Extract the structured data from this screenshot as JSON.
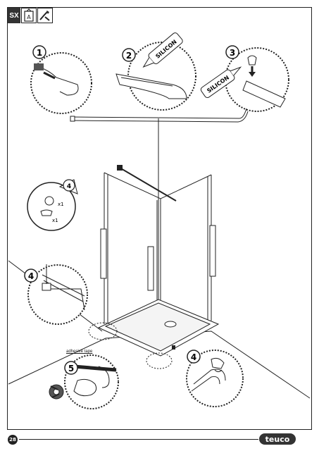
{
  "header": {
    "side_code": "SX",
    "tool_icons": [
      "silicone-tube-icon",
      "hand-tool-icon"
    ]
  },
  "steps": {
    "s1": "1",
    "s2": "2",
    "s3": "3",
    "s4": "4",
    "s4b": "4",
    "s4c": "4",
    "s5": "5"
  },
  "labels": {
    "silicon_a": "SILICON",
    "silicon_b": "SILICON",
    "adhesive_tape": "adhesive tape",
    "qty_a": "x1",
    "qty_b": "x1",
    "tool_letter": "A"
  },
  "footer": {
    "page_number": "28",
    "brand": "teuco"
  },
  "colors": {
    "ink": "#222222",
    "dark_fill": "#333333",
    "badge_text": "#ffffff"
  }
}
